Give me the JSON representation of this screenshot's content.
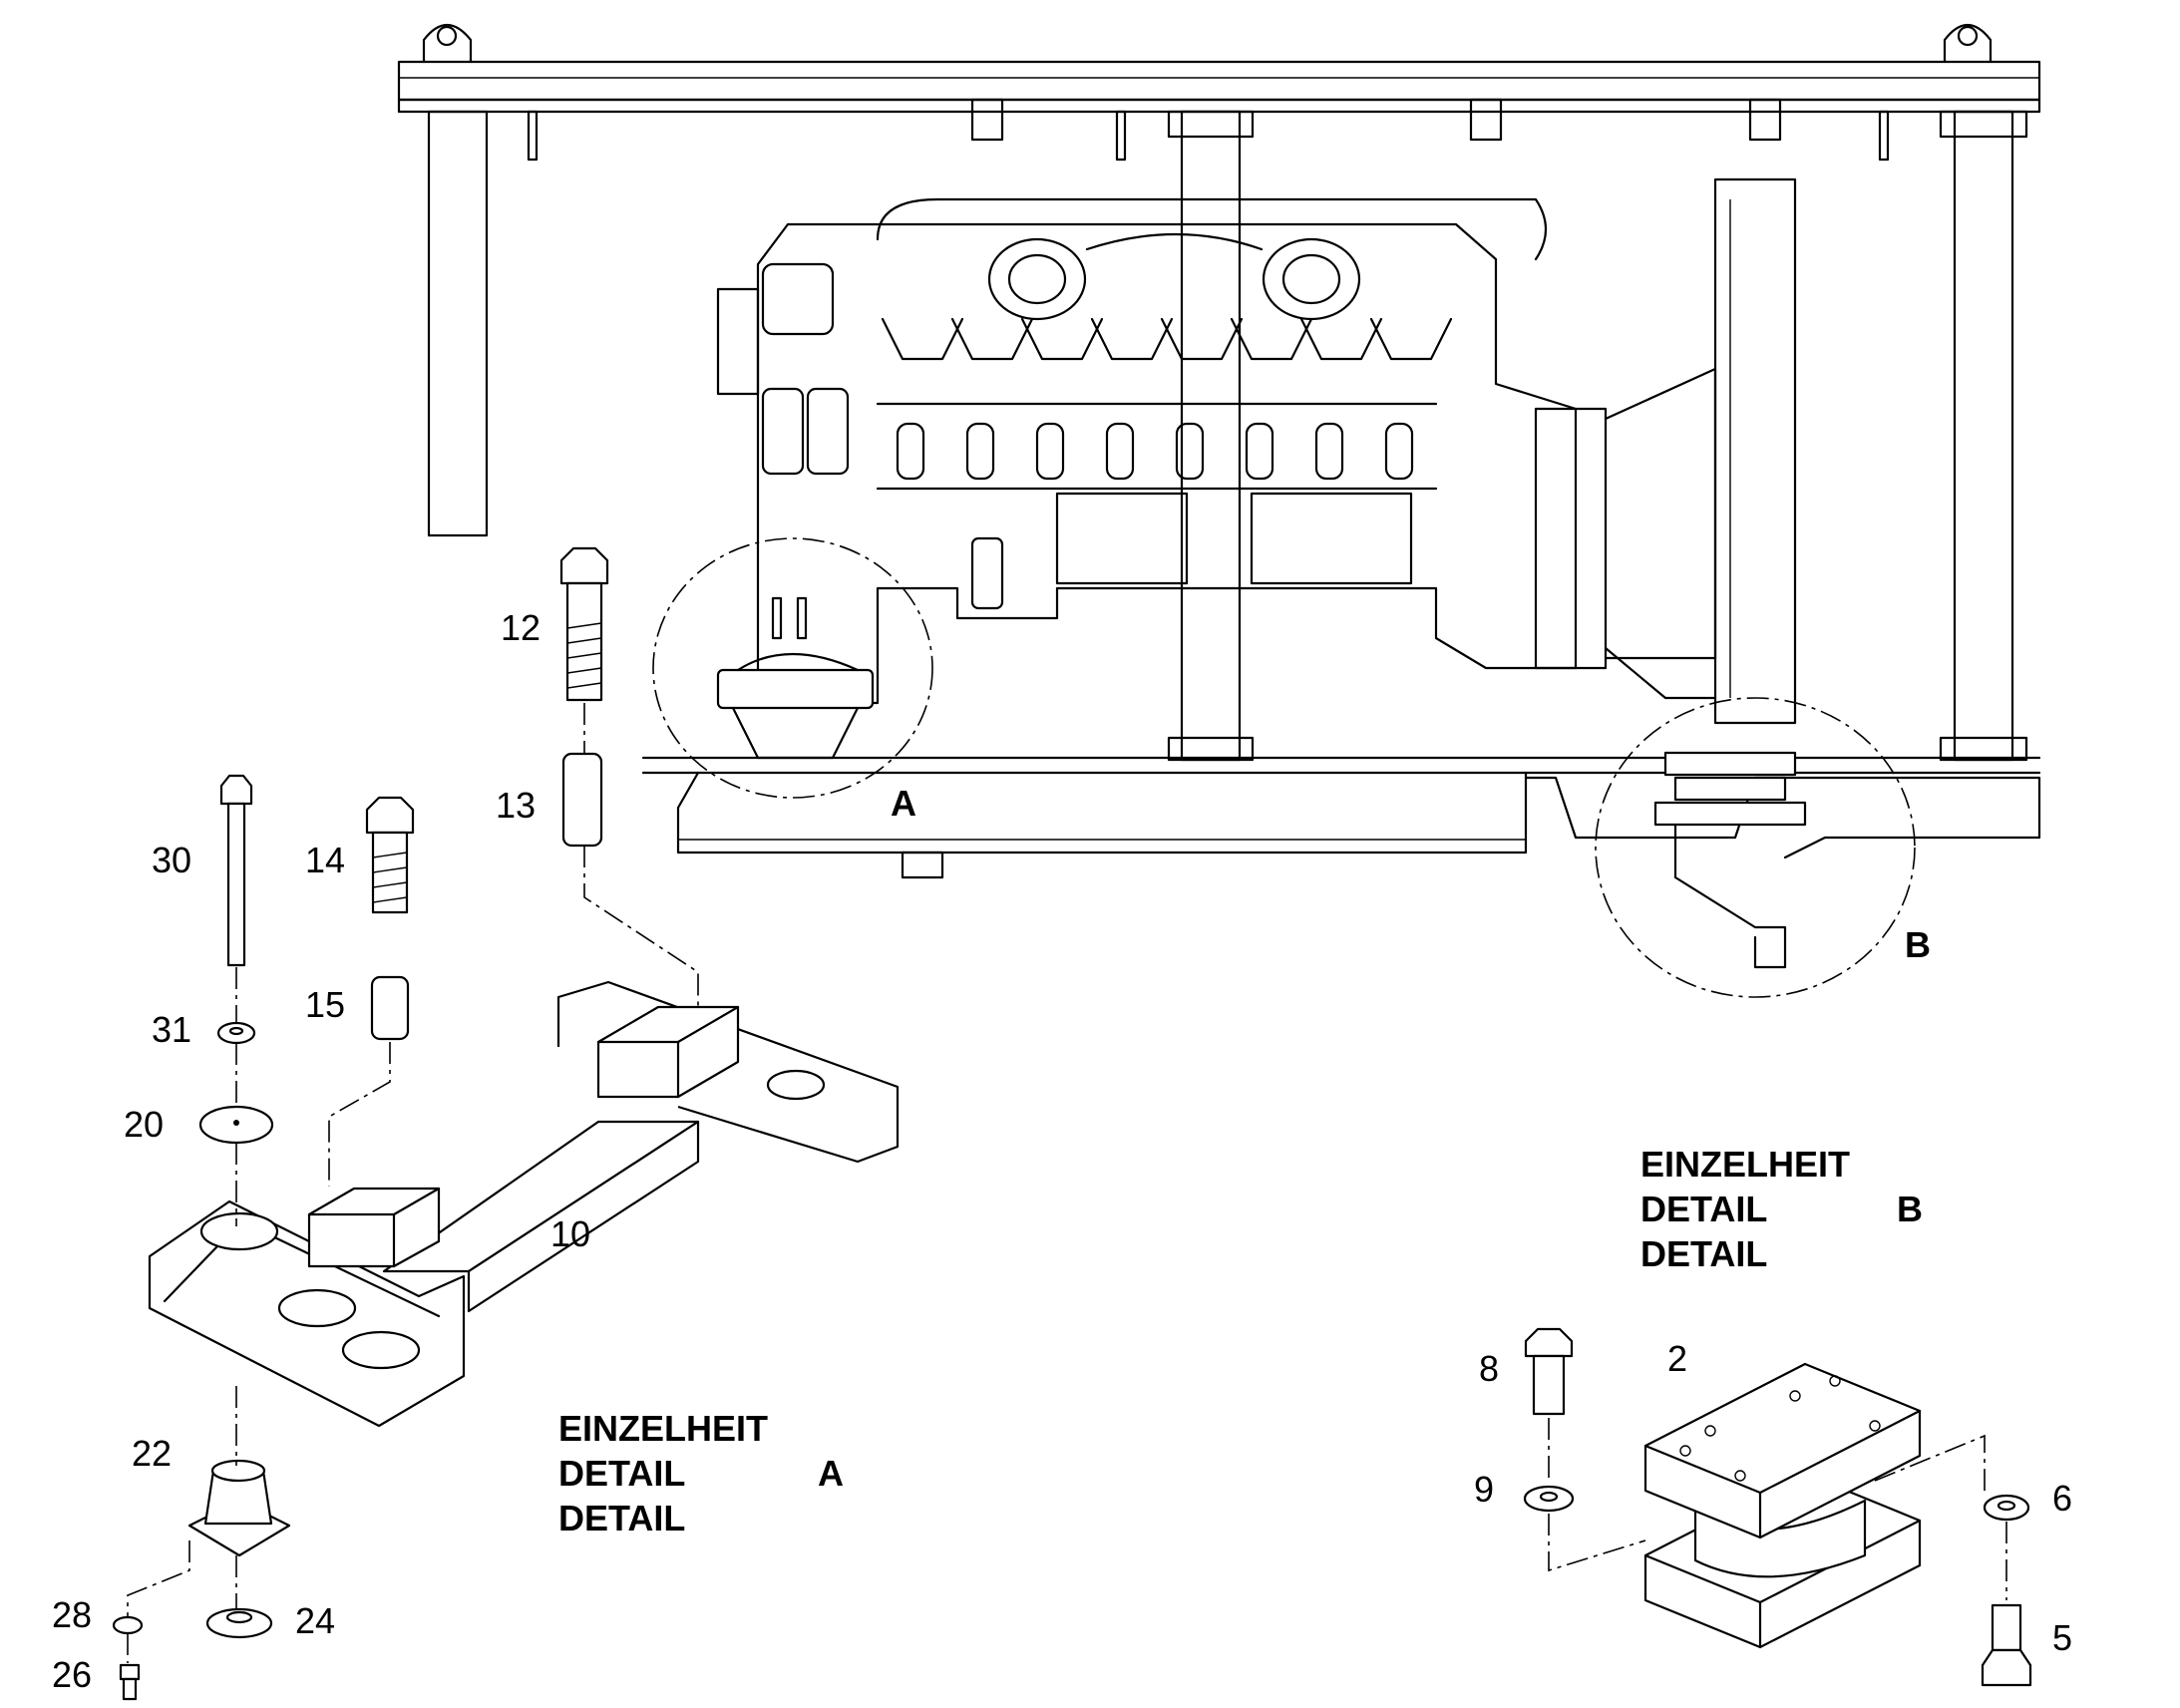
{
  "callouts": {
    "c2": "2",
    "c5": "5",
    "c6": "6",
    "c8": "8",
    "c9": "9",
    "c10": "10",
    "c12": "12",
    "c13": "13",
    "c14": "14",
    "c15": "15",
    "c20": "20",
    "c22": "22",
    "c24": "24",
    "c26": "26",
    "c28": "28",
    "c30": "30",
    "c31": "31"
  },
  "detail_markers": {
    "a": "A",
    "b": "B"
  },
  "detail_a": {
    "line1": "EINZELHEIT",
    "line2": "DETAIL",
    "line3": "DETAIL",
    "letter": "A"
  },
  "detail_b": {
    "line1": "EINZELHEIT",
    "line2": "DETAIL",
    "line3": "DETAIL",
    "letter": "B"
  }
}
